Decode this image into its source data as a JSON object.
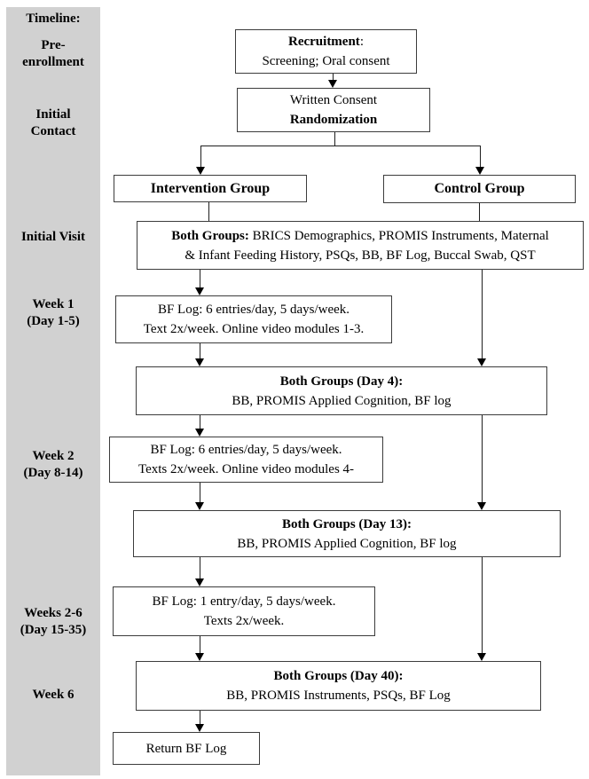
{
  "page": {
    "background": "#ffffff",
    "sidebar_bg": "#d1d1d1",
    "box_border": "#3c3c3c",
    "text_color": "#000000"
  },
  "sidebar": {
    "title": "Timeline:",
    "labels": [
      {
        "id": "pre-enrollment",
        "text": "Pre-\nenrollment"
      },
      {
        "id": "initial-contact",
        "text": "Initial\nContact"
      },
      {
        "id": "initial-visit",
        "text": "Initial Visit"
      },
      {
        "id": "week-1",
        "text": "Week 1\n(Day 1-5)"
      },
      {
        "id": "week-2",
        "text": "Week 2\n(Day 8-14)"
      },
      {
        "id": "weeks-2-6",
        "text": "Weeks 2-6\n(Day 15-35)"
      },
      {
        "id": "week-6",
        "text": "Week 6"
      }
    ]
  },
  "flow": {
    "recruitment": {
      "bold": "Recruitment",
      "bold_suffix": ":",
      "line2": "Screening; Oral consent"
    },
    "written_consent": {
      "line1": "Written Consent",
      "line2_bold": "Randomization"
    },
    "intervention_group": {
      "label": "Intervention Group"
    },
    "control_group": {
      "label": "Control Group"
    },
    "initial_visit": {
      "bold": "Both Groups:",
      "line1_rest": " BRICS Demographics, PROMIS Instruments, Maternal",
      "line2": "& Infant Feeding History, PSQs, BB, BF Log, Buccal Swab, QST"
    },
    "week1_log": {
      "line1": "BF Log: 6 entries/day, 5 days/week.",
      "line2": "Text 2x/week. Online video modules 1-3."
    },
    "day4": {
      "bold": "Both Groups (Day 4):",
      "line2": "BB, PROMIS Applied Cognition, BF log"
    },
    "week2_log": {
      "line1": "BF Log: 6 entries/day, 5 days/week.",
      "line2": "Texts 2x/week. Online video modules 4-"
    },
    "day13": {
      "bold": "Both Groups (Day 13):",
      "line2": "BB, PROMIS Applied Cognition, BF log"
    },
    "weeks26_log": {
      "line1": "BF Log: 1 entry/day, 5 days/week.",
      "line2": "Texts 2x/week."
    },
    "day40": {
      "bold": "Both Groups (Day 40):",
      "line2": "BB, PROMIS Instruments, PSQs, BF Log"
    },
    "return_log": {
      "line1": "Return BF Log"
    }
  }
}
